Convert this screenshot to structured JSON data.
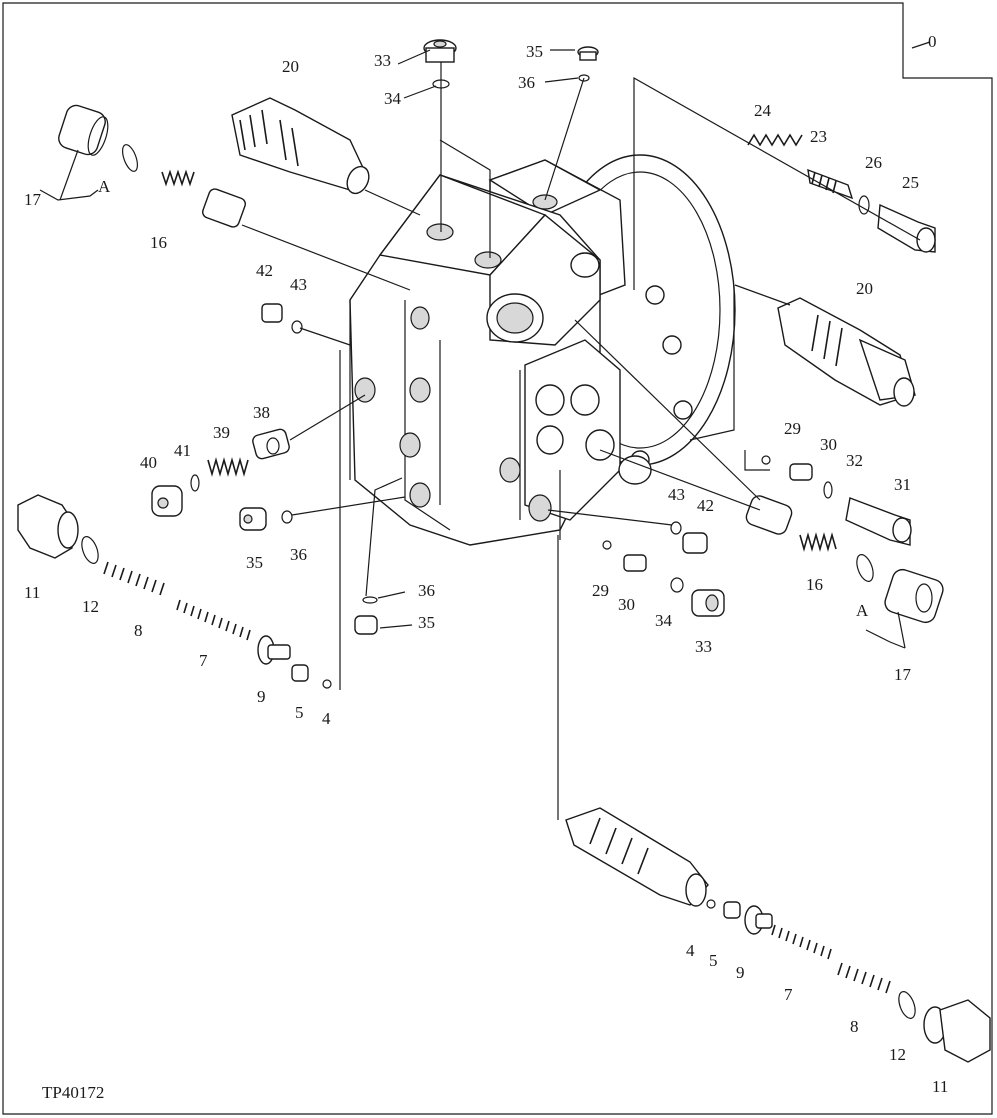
{
  "figure_id": "TP40172",
  "sheet_marker": "0",
  "callouts": [
    {
      "id": "c17a",
      "text": "17"
    },
    {
      "id": "cAa",
      "text": "A"
    },
    {
      "id": "c16a",
      "text": "16"
    },
    {
      "id": "c20a",
      "text": "20"
    },
    {
      "id": "c33a",
      "text": "33"
    },
    {
      "id": "c34a",
      "text": "34"
    },
    {
      "id": "c35a",
      "text": "35"
    },
    {
      "id": "c36a",
      "text": "36"
    },
    {
      "id": "c24",
      "text": "24"
    },
    {
      "id": "c23",
      "text": "23"
    },
    {
      "id": "c26",
      "text": "26"
    },
    {
      "id": "c25",
      "text": "25"
    },
    {
      "id": "c20b",
      "text": "20"
    },
    {
      "id": "c42a",
      "text": "42"
    },
    {
      "id": "c43a",
      "text": "43"
    },
    {
      "id": "c38",
      "text": "38"
    },
    {
      "id": "c39",
      "text": "39"
    },
    {
      "id": "c41",
      "text": "41"
    },
    {
      "id": "c40",
      "text": "40"
    },
    {
      "id": "c29a",
      "text": "29"
    },
    {
      "id": "c30a",
      "text": "30"
    },
    {
      "id": "c32",
      "text": "32"
    },
    {
      "id": "c31",
      "text": "31"
    },
    {
      "id": "c43b",
      "text": "43"
    },
    {
      "id": "c42b",
      "text": "42"
    },
    {
      "id": "c11a",
      "text": "11"
    },
    {
      "id": "c12a",
      "text": "12"
    },
    {
      "id": "c8a",
      "text": "8"
    },
    {
      "id": "c7a",
      "text": "7"
    },
    {
      "id": "c9a",
      "text": "9"
    },
    {
      "id": "c5a",
      "text": "5"
    },
    {
      "id": "c4a",
      "text": "4"
    },
    {
      "id": "c35b",
      "text": "35"
    },
    {
      "id": "c36b",
      "text": "36"
    },
    {
      "id": "c36c",
      "text": "36"
    },
    {
      "id": "c35c",
      "text": "35"
    },
    {
      "id": "c29b",
      "text": "29"
    },
    {
      "id": "c30b",
      "text": "30"
    },
    {
      "id": "c34b",
      "text": "34"
    },
    {
      "id": "c33b",
      "text": "33"
    },
    {
      "id": "c16b",
      "text": "16"
    },
    {
      "id": "cAb",
      "text": "A"
    },
    {
      "id": "c17b",
      "text": "17"
    },
    {
      "id": "c4b",
      "text": "4"
    },
    {
      "id": "c5b",
      "text": "5"
    },
    {
      "id": "c9b",
      "text": "9"
    },
    {
      "id": "c7b",
      "text": "7"
    },
    {
      "id": "c8b",
      "text": "8"
    },
    {
      "id": "c12b",
      "text": "12"
    },
    {
      "id": "c11b",
      "text": "11"
    }
  ]
}
